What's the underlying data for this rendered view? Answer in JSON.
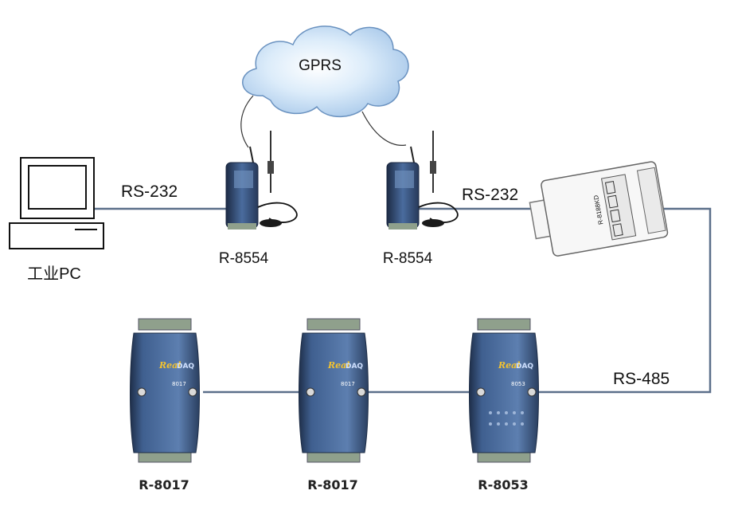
{
  "cloud": {
    "label": "GPRS"
  },
  "pc": {
    "label": "工业PC"
  },
  "links": {
    "pc_to_modem": "RS-232",
    "modem_to_converter": "RS-232",
    "bus": "RS-485"
  },
  "modems": [
    {
      "label": "R-8554"
    },
    {
      "label": "R-8554"
    }
  ],
  "converter": {
    "label": "R-8188KD"
  },
  "modules": [
    {
      "label": "R-8017",
      "model_text": "8017"
    },
    {
      "label": "R-8017",
      "model_text": "8017"
    },
    {
      "label": "R-8053",
      "model_text": "8053"
    }
  ],
  "brand": "RealDAQ",
  "colors": {
    "line": "#5b6f8a",
    "module_body": "#3f5f8f",
    "module_dark": "#2a3f60",
    "terminal": "#8fa08c",
    "cloud_fill": "#cfe4f7",
    "cloud_stroke": "#6a92c0"
  }
}
